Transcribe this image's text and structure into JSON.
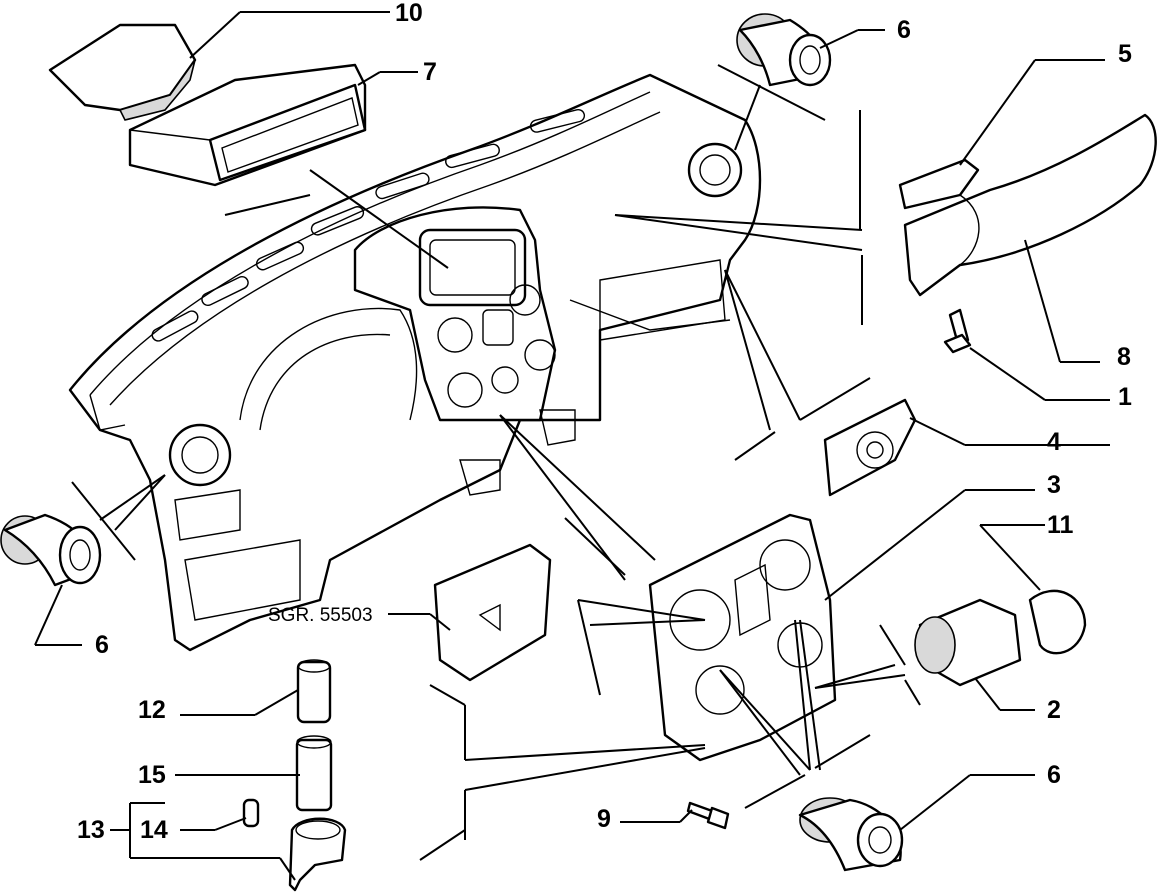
{
  "callouts": {
    "c1": "1",
    "c2": "2",
    "c3": "3",
    "c4": "4",
    "c5": "5",
    "c6a": "6",
    "c6b": "6",
    "c6c": "6",
    "c7": "7",
    "c8": "8",
    "c9": "9",
    "c10": "10",
    "c11": "11",
    "c12": "12",
    "c13": "13",
    "c14": "14",
    "c15": "15"
  },
  "reference": "SGR. 55503"
}
